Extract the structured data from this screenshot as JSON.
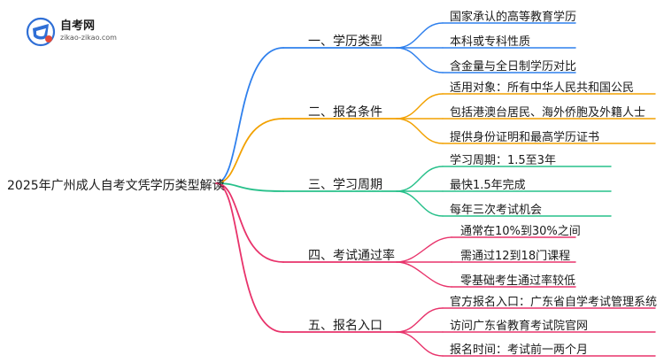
{
  "logo": {
    "title": "自考网",
    "subtitle": "zikao-zikao.com",
    "icon": "graduation-cap-icon",
    "colors": [
      "#2f6fd6",
      "#e24a3b"
    ]
  },
  "root": {
    "label": "2025年广州成人自考文凭学历类型解读"
  },
  "branches": [
    {
      "label": "一、学历类型",
      "color": "#2f80ed",
      "leaves": [
        "国家承认的高等教育学历",
        "本科或专科性质",
        "含金量与全日制学历对比"
      ]
    },
    {
      "label": "二、报名条件",
      "color": "#f2a100",
      "leaves": [
        "适用对象：所有中华人民共和国公民",
        "包括港澳台居民、海外侨胞及外籍人士",
        "提供身份证明和最高学历证书"
      ]
    },
    {
      "label": "三、学习周期",
      "color": "#27c08a",
      "leaves": [
        "学习周期：1.5至3年",
        "最快1.5年完成",
        "每年三次考试机会"
      ]
    },
    {
      "label": "四、考试通过率",
      "color": "#e8336b",
      "leaves": [
        "通常在10%到30%之间",
        "需通过12到18门课程",
        "零基础考生通过率较低"
      ]
    },
    {
      "label": "五、报名入口",
      "color": "#e8336b",
      "leaves": [
        "官方报名入口：广东省自学考试管理系统",
        "访问广东省教育考试院官网",
        "报名时间：考试前一两个月"
      ]
    }
  ]
}
